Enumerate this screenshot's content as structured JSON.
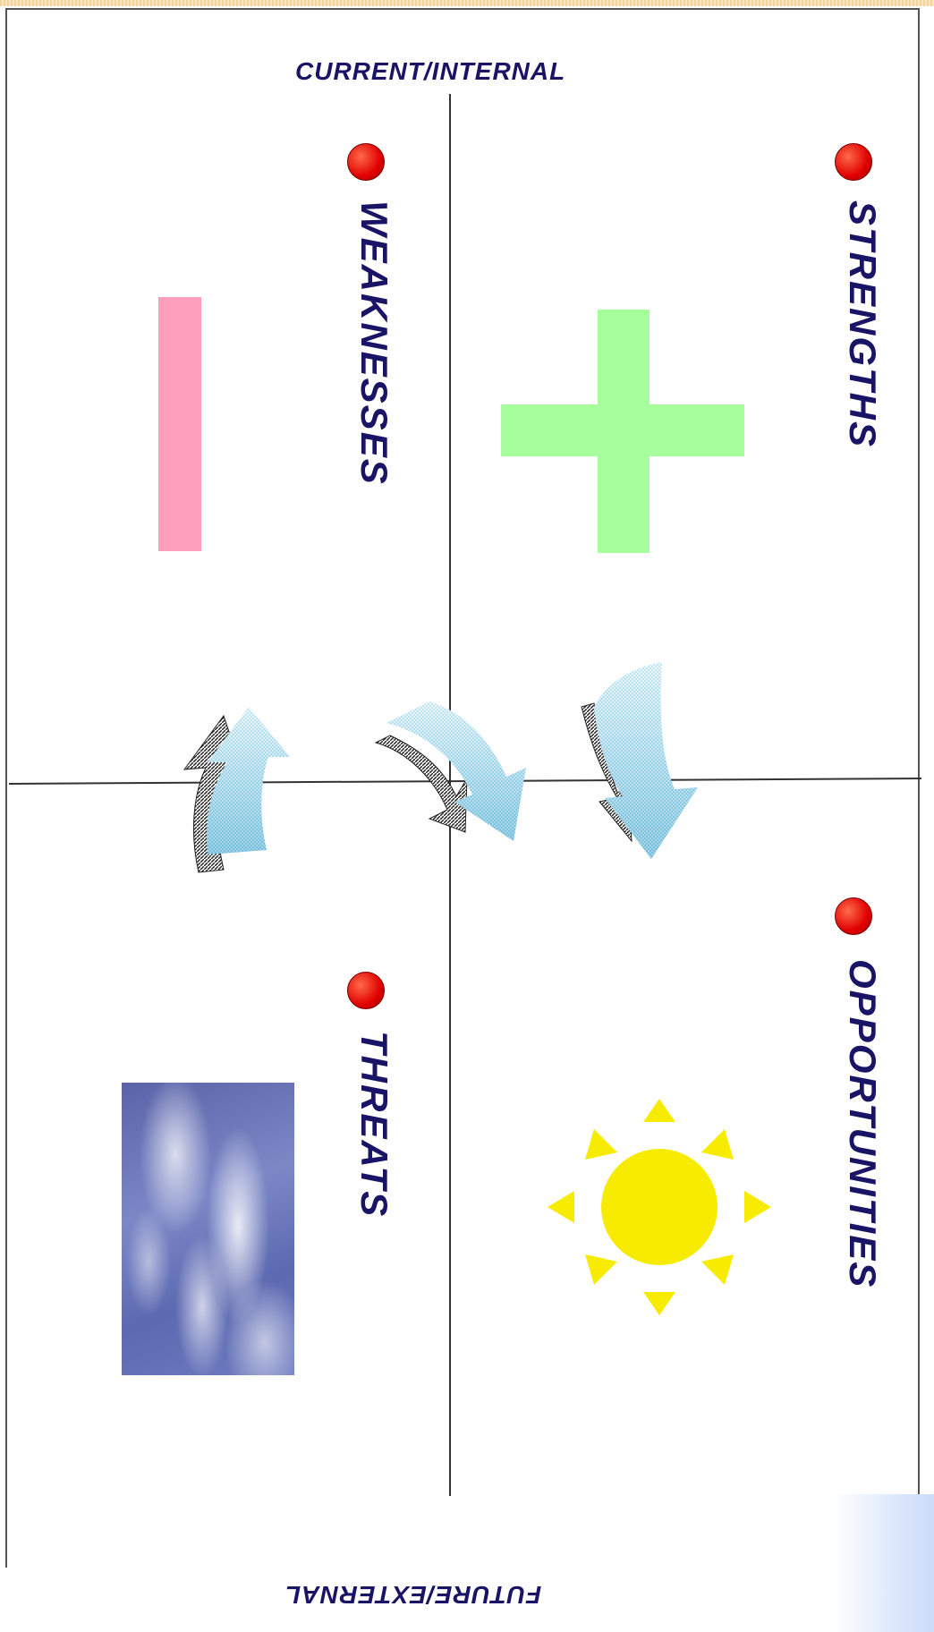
{
  "axes": {
    "top_label": "CURRENT/INTERNAL",
    "bottom_label": "FUTURE/EXTERNAL"
  },
  "quadrants": {
    "strengths": {
      "title": "STRENGTHS",
      "icon": "plus-icon",
      "color": "#a6ff9c"
    },
    "weaknesses": {
      "title": "WEAKNESSES",
      "icon": "minus-icon",
      "color": "#ff9fbe"
    },
    "opportunities": {
      "title": "OPPORTUNITIES",
      "icon": "sun-icon",
      "color": "#f7ec00"
    },
    "threats": {
      "title": "THREATS",
      "icon": "clouds-image"
    }
  },
  "colors": {
    "text": "#1a1466",
    "bullet": "#e00000",
    "arrow": "#7fc6e0"
  }
}
